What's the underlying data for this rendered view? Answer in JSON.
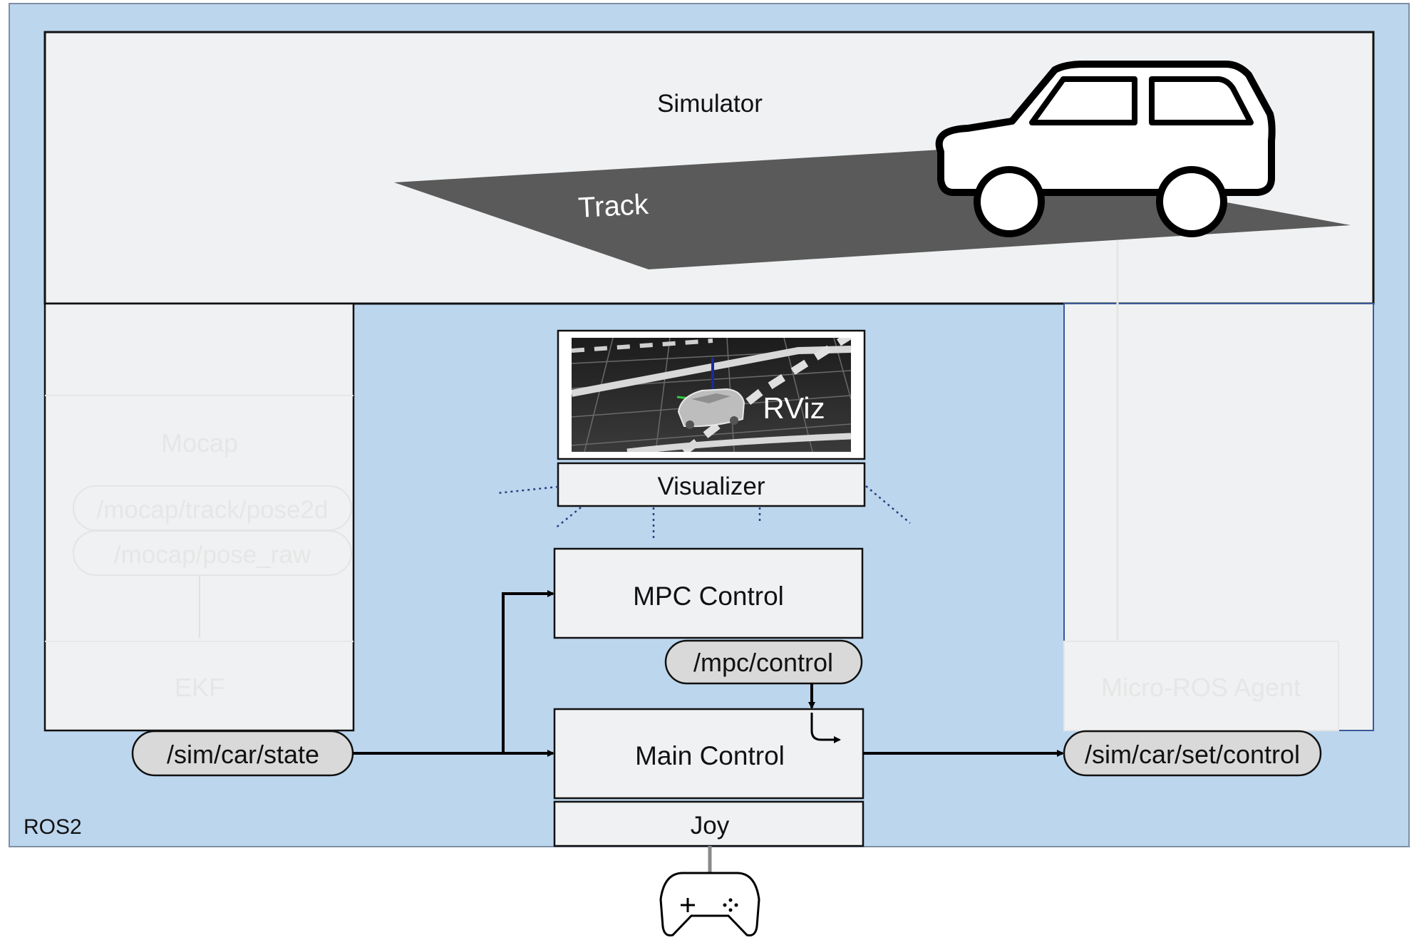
{
  "frame": {
    "label": "ROS2"
  },
  "simulator": {
    "label": "Simulator",
    "track_label": "Track"
  },
  "mocap": {
    "label": "Mocap",
    "topics": [
      "/mocap/track/pose2d",
      "/mocap/pose_raw"
    ],
    "ekf_label": "EKF"
  },
  "micro_ros": {
    "label": "Micro-ROS Agent"
  },
  "rviz": {
    "label": "RViz"
  },
  "nodes": {
    "visualizer": "Visualizer",
    "mpc": "MPC Control",
    "main": "Main Control",
    "joy": "Joy"
  },
  "topics": {
    "sim_state": "/sim/car/state",
    "mpc_control": "/mpc/control",
    "set_control": "/sim/car/set/control"
  },
  "icons": {
    "car": "car-icon",
    "gamepad": "gamepad-icon"
  },
  "colors": {
    "ros_bg": "#bcd6ee",
    "box_fill": "#f0f1f2",
    "topic_fill": "#d9d9d9",
    "track": "#5a5a5a",
    "faded_text": "#e4e4e4"
  }
}
